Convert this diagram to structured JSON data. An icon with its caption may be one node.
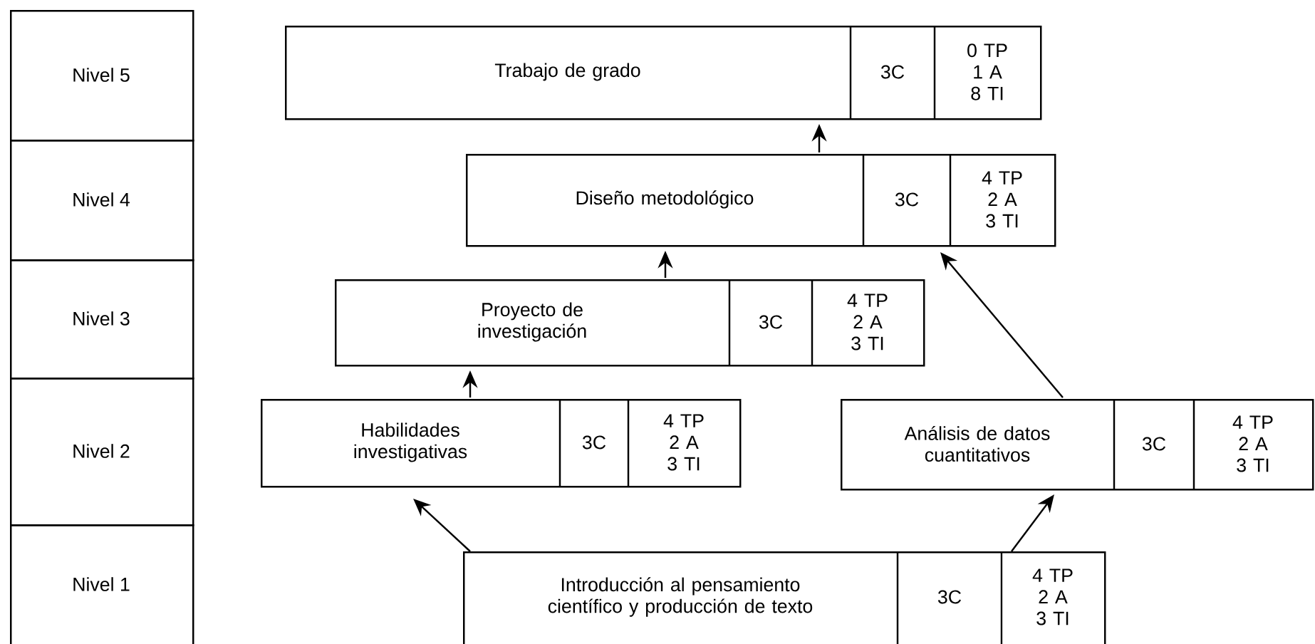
{
  "diagram": {
    "nodes": [
      {
        "text": [
          "Nivel 5"
        ]
      },
      {
        "text": [
          "Nivel 4"
        ]
      },
      {
        "text": [
          "Nivel 3"
        ]
      },
      {
        "text": [
          "Nivel 2"
        ]
      },
      {
        "text": [
          "Nivel  1"
        ]
      },
      {
        "text": [
          "Trabajo de grado",
          "3C",
          "0 TP 1 A 8 TI"
        ]
      },
      {
        "text": [
          "Diseño metodológico",
          "3C",
          "4 TP 2 A 3 TI"
        ]
      },
      {
        "text": [
          "Proyecto de investigación",
          "3C",
          "4 TP 2 A 3 TI"
        ]
      },
      {
        "text": [
          "Habilidades investigativas",
          "3C",
          "4 TP 2 A 3 TI"
        ]
      },
      {
        "text": [
          "Análisis de datos cuantitativos",
          "3C",
          "4 TP 2 A 3 TI"
        ]
      },
      {
        "text": [
          "Introducción al pensamiento científico y producción de texto",
          "3C",
          "4 TP 2 A 3 TI"
        ]
      }
    ],
    "edges": [
      {
        "from": 10,
        "to": 8,
        "arrow": "to"
      },
      {
        "from": 10,
        "to": 9,
        "arrow": "to"
      },
      {
        "from": 8,
        "to": 7,
        "arrow": "to"
      },
      {
        "from": 7,
        "to": 6,
        "arrow": "to"
      },
      {
        "from": 9,
        "to": 6,
        "arrow": "to"
      },
      {
        "from": 6,
        "to": 5,
        "arrow": "to"
      }
    ]
  }
}
